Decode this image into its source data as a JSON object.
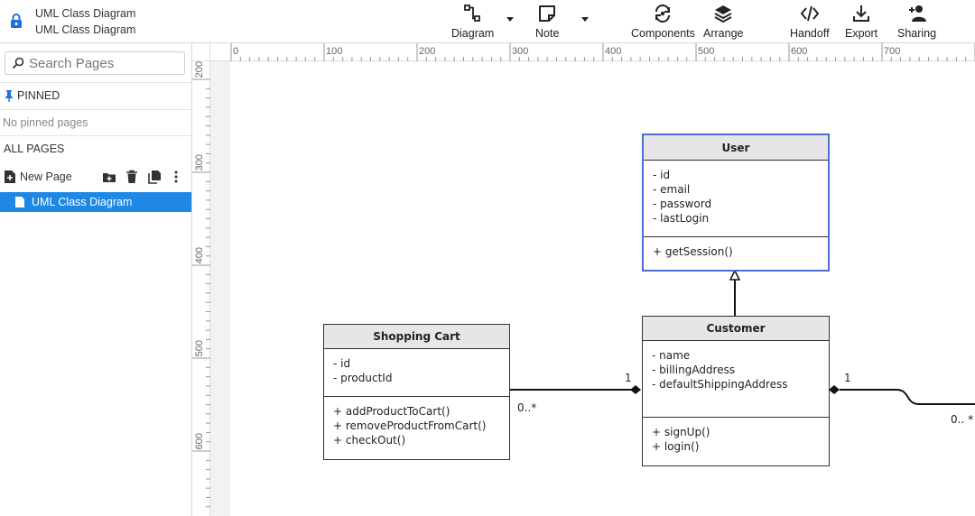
{
  "document": {
    "title": "UML Class Diagram",
    "page": "UML Class Diagram"
  },
  "toolbar": {
    "diagram": "Diagram",
    "note": "Note",
    "components": "Components",
    "arrange": "Arrange",
    "handoff": "Handoff",
    "export": "Export",
    "sharing": "Sharing"
  },
  "sidebar": {
    "search_placeholder": "Search Pages",
    "pinned_header": "PINNED",
    "no_pinned": "No pinned pages",
    "all_pages_header": "ALL PAGES",
    "new_page": "New Page",
    "pages": [
      {
        "label": "UML Class Diagram",
        "selected": true
      }
    ]
  },
  "rulers": {
    "horizontal": [
      "0",
      "100",
      "200",
      "300",
      "400",
      "500",
      "600",
      "700"
    ],
    "vertical": [
      "200",
      "300",
      "400",
      "500",
      "600"
    ]
  },
  "diagram": {
    "classes": [
      {
        "name": "User",
        "attributes": [
          "- id",
          "- email",
          "- password",
          "- lastLogin"
        ],
        "operations": [
          "+ getSession()"
        ]
      },
      {
        "name": "Customer",
        "attributes": [
          "- name",
          "- billingAddress",
          "- defaultShippingAddress"
        ],
        "operations": [
          "+ signUp()",
          "+ login()"
        ]
      },
      {
        "name": "Shopping Cart",
        "attributes": [
          "- id",
          "- productId"
        ],
        "operations": [
          "+ addProductToCart()",
          "+ removeProductFromCart()",
          "+ checkOut()"
        ]
      }
    ],
    "multiplicities": {
      "cart_side": "0..*",
      "customer_side_cart": "1",
      "customer_side_right": "1",
      "right_end": "0.. *"
    }
  },
  "colors": {
    "accent": "#1e88e5",
    "selection": "#4a6fd4",
    "header_fill": "#e6e6e6"
  }
}
